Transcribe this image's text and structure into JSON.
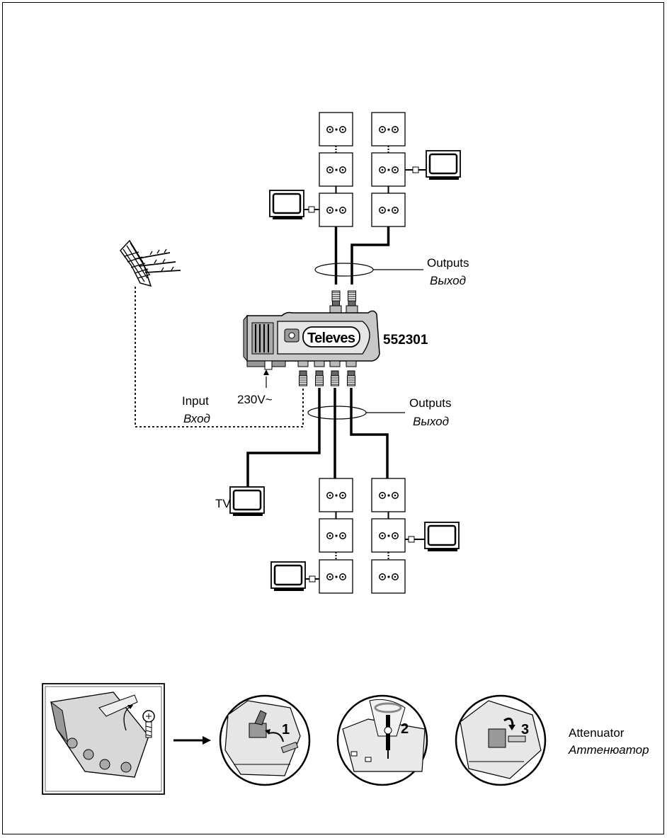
{
  "device": {
    "brand": "Televes",
    "model": "552301"
  },
  "labels": {
    "outputs_top_en": "Outputs",
    "outputs_top_ru": "Выход",
    "outputs_bottom_en": "Outputs",
    "outputs_bottom_ru": "Выход",
    "input_en": "Input",
    "input_ru": "Вход",
    "power": "230V~",
    "tv": "TV"
  },
  "attenuator": {
    "label_en": "Attenuator",
    "label_ru": "Аттенюатор",
    "steps": [
      "1",
      "2",
      "3"
    ]
  },
  "icons": {
    "antenna": "antenna-icon",
    "tv": "tv-icon",
    "wall_socket": "wall-socket-icon",
    "amplifier": "amplifier-icon"
  }
}
